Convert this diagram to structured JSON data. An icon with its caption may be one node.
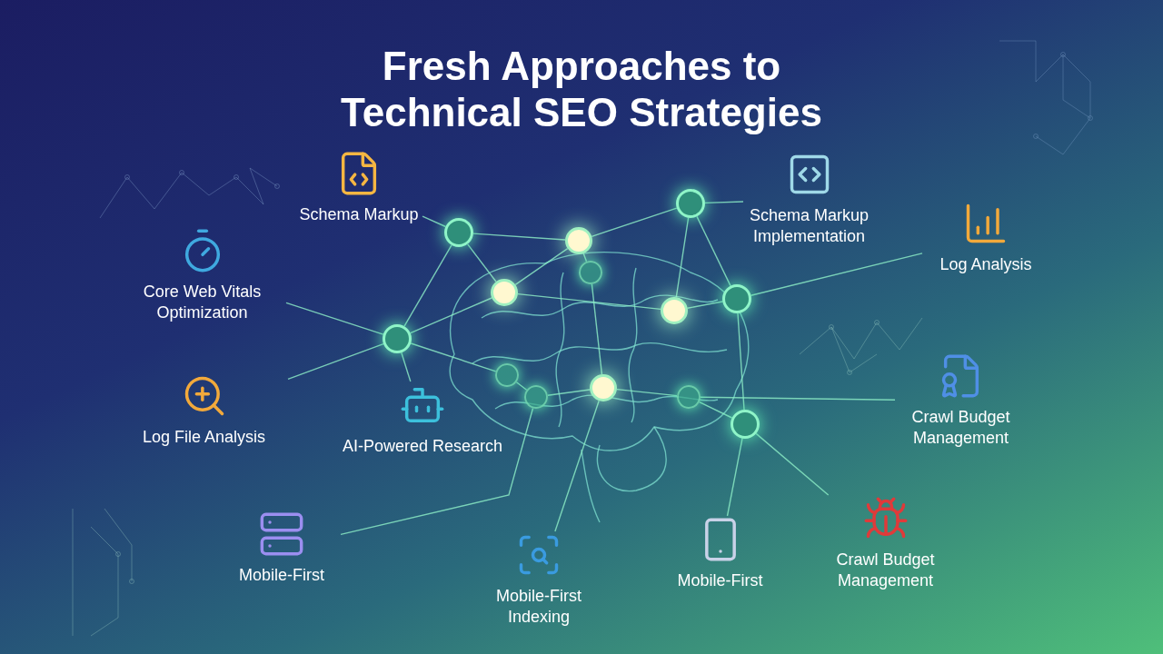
{
  "diagram": {
    "title": "Fresh Approaches to Technical SEO Strategies",
    "nodes": [
      {
        "text": [
          "Schema Markup"
        ]
      },
      {
        "text": [
          "Schema Markup Implementation"
        ]
      },
      {
        "text": [
          "Core Web Vitals Optimization"
        ]
      },
      {
        "text": [
          "Log Analysis"
        ]
      },
      {
        "text": [
          "Log File Analysis"
        ]
      },
      {
        "text": [
          "AI-Powered Research"
        ]
      },
      {
        "text": [
          "Crawl Budget Management"
        ]
      },
      {
        "text": [
          "Mobile-First"
        ]
      },
      {
        "text": [
          "Mobile-First Indexing"
        ]
      },
      {
        "text": [
          "Mobile-First"
        ]
      },
      {
        "text": [
          "Crawl Budget Management"
        ]
      },
      {
        "text": [],
        "shape": "circle"
      },
      {
        "text": [],
        "shape": "circle"
      },
      {
        "text": [],
        "shape": "circle"
      },
      {
        "text": [],
        "shape": "circle"
      },
      {
        "text": [],
        "shape": "circle"
      },
      {
        "text": [],
        "shape": "circle"
      },
      {
        "text": [],
        "shape": "circle"
      },
      {
        "text": [],
        "shape": "circle"
      },
      {
        "text": [],
        "shape": "circle"
      },
      {
        "text": [],
        "shape": "circle"
      },
      {
        "text": [],
        "shape": "circle"
      },
      {
        "text": [],
        "shape": "circle"
      },
      {
        "text": [],
        "shape": "circle"
      }
    ],
    "edges": [
      {
        "from": 0,
        "to": 11,
        "arrow": "none"
      },
      {
        "from": 1,
        "to": 13,
        "arrow": "none"
      },
      {
        "from": 2,
        "to": 18,
        "arrow": "none"
      },
      {
        "from": 4,
        "to": 18,
        "arrow": "none"
      },
      {
        "from": 5,
        "to": 18,
        "arrow": "none"
      },
      {
        "from": 3,
        "to": 17,
        "arrow": "none"
      },
      {
        "from": 6,
        "to": 22,
        "arrow": "none"
      },
      {
        "from": 7,
        "to": 20,
        "arrow": "none"
      },
      {
        "from": 8,
        "to": 21,
        "arrow": "none"
      },
      {
        "from": 9,
        "to": 23,
        "arrow": "none"
      },
      {
        "from": 10,
        "to": 23,
        "arrow": "none"
      },
      {
        "from": 11,
        "to": 12,
        "arrow": "none"
      },
      {
        "from": 11,
        "to": 14,
        "arrow": "none"
      },
      {
        "from": 18,
        "to": 11,
        "arrow": "none"
      },
      {
        "from": 12,
        "to": 13,
        "arrow": "none"
      },
      {
        "from": 13,
        "to": 17,
        "arrow": "none"
      },
      {
        "from": 12,
        "to": 14,
        "arrow": "none"
      },
      {
        "from": 12,
        "to": 15,
        "arrow": "none"
      },
      {
        "from": 13,
        "to": 16,
        "arrow": "none"
      },
      {
        "from": 16,
        "to": 17,
        "arrow": "none"
      },
      {
        "from": 18,
        "to": 14,
        "arrow": "none"
      },
      {
        "from": 14,
        "to": 16,
        "arrow": "none"
      },
      {
        "from": 18,
        "to": 19,
        "arrow": "none"
      },
      {
        "from": 19,
        "to": 20,
        "arrow": "none"
      },
      {
        "from": 20,
        "to": 21,
        "arrow": "none"
      },
      {
        "from": 21,
        "to": 22,
        "arrow": "none"
      },
      {
        "from": 22,
        "to": 23,
        "arrow": "none"
      },
      {
        "from": 17,
        "to": 23,
        "arrow": "none"
      },
      {
        "from": 15,
        "to": 21,
        "arrow": "none"
      }
    ]
  }
}
